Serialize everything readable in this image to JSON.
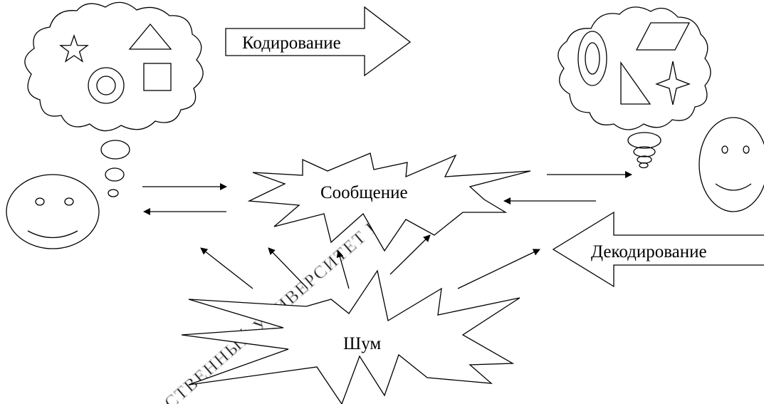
{
  "labels": {
    "encoding": "Кодирование",
    "decoding": "Декодирование",
    "message": "Сообщение",
    "noise": "Шум"
  },
  "watermark": "СТВЕННЫЙ УНИВЕРСИТЕТ ИМЕНИ Н.",
  "colors": {
    "stroke": "#000000",
    "background": "#ffffff",
    "watermark": "#c8c8c8"
  },
  "icons": {
    "sender": [
      "cloud-icon",
      "star-icon",
      "triangle-icon",
      "ring-icon",
      "square-icon",
      "smiley-face-icon"
    ],
    "receiver": [
      "cloud-icon",
      "parallelogram-icon",
      "ellipse-ring-icon",
      "right-triangle-icon",
      "four-point-star-icon",
      "smiley-face-icon"
    ]
  }
}
